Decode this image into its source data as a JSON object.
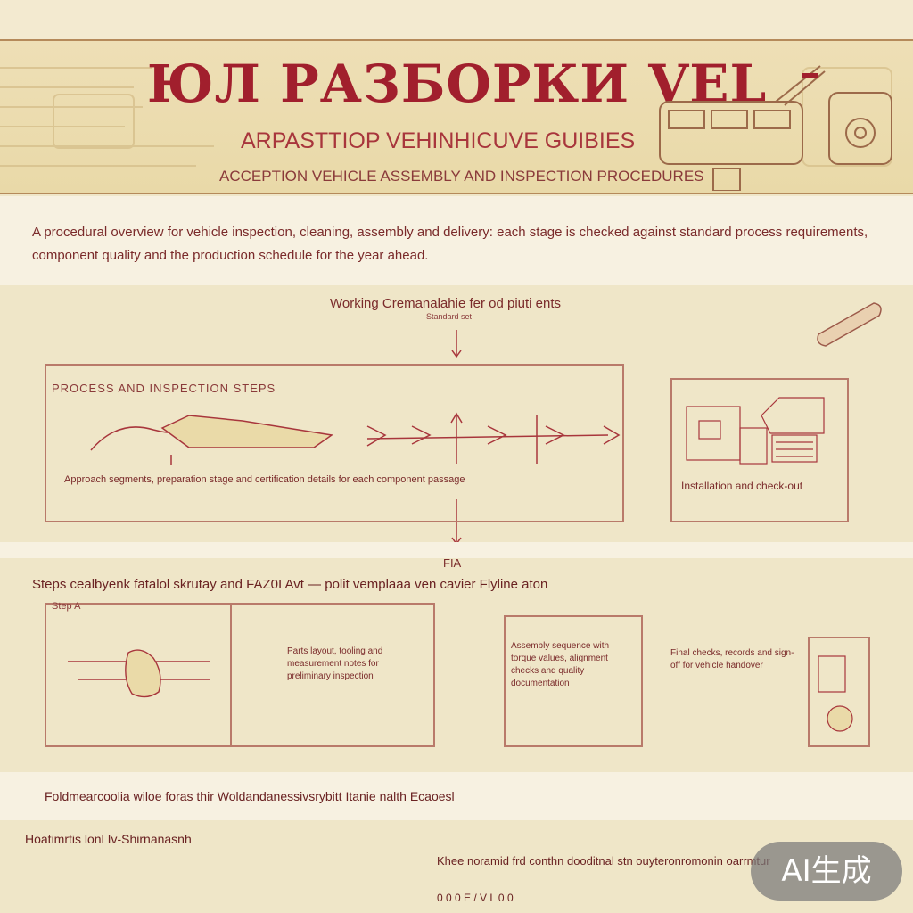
{
  "banner": {
    "title": "ЮЛ РАЗБОРКИ VEL",
    "subtitle": "ARPASTTIOP VEHINHICUVE GUIBIES",
    "caption": "ACCEPTION VEHICLE ASSEMBLY AND INSPECTION PROCEDURES"
  },
  "intro": {
    "text": "A procedural overview for vehicle inspection, cleaning, assembly and delivery: each stage is checked against standard process requirements, component quality and the production schedule for the year ahead."
  },
  "flow": {
    "title": "Working Cremanalahie fer od piuti ents",
    "subtitle": "Standard set",
    "box1_label": "PROCESS AND INSPECTION STEPS",
    "box1_caption": "Approach segments, preparation stage and certification details for each component passage",
    "box2_caption": "Installation and check-out"
  },
  "mid": {
    "label": "FIA",
    "heading": "Steps cealbyenk fatalol skrutay and FAZ0I Avt — polit vemplaaa ven cavier Flyline aton"
  },
  "panels": {
    "a_label": "Step A",
    "a_text": "Parts layout, tooling and measurement notes for preliminary inspection",
    "b_text": "Assembly sequence with torque values, alignment checks and quality documentation",
    "c_text": "Final checks, records and sign-off for vehicle handover"
  },
  "lower": {
    "text": "Foldmearcoolia wiloe foras thir Woldandanessivsrybitt Itanie nalth Ecaoesl",
    "heading": "Hoatimrtis lonl Iv-Shirnanasnh",
    "caption": "Khee noramid frd conthn dooditnal stn ouyteronromonin oarrmtur",
    "caption2": "0 0 0 E / V L 0 0"
  },
  "badge": {
    "label": "AI生成"
  }
}
